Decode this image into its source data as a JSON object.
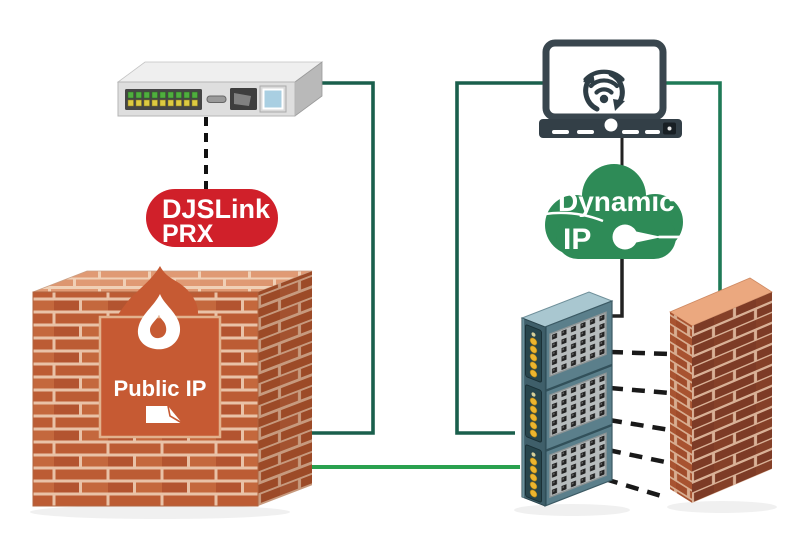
{
  "diagram": {
    "type": "network-topology-illustration",
    "background": "#ffffff",
    "nodes": {
      "switch": {
        "name": "ethernet switch",
        "led_pairs": 9,
        "body_color": "#dedede",
        "led_green": "#4fae3e",
        "led_yellow": "#ddca41",
        "uplink_port_color": "#a9cfe2"
      },
      "djslink_badge": {
        "line1": "DJSLink",
        "line2": "PRX",
        "color": "#d0202a",
        "text_color": "#ffffff"
      },
      "public_ip_wall": {
        "label": "Public IP",
        "panel_color": "#c65a33",
        "brick_color": "#bc5c34",
        "mortar_color": "#e9c2a7",
        "icons": [
          "flame-icon",
          "document-icon"
        ]
      },
      "wifi_display": {
        "name": "monitor with wifi sync icon",
        "frame_color": "#39464e",
        "screen_color": "#ffffff"
      },
      "dynamic_ip_cloud": {
        "line1": "Dynamic",
        "line2": "IP",
        "color": "#2e8b57",
        "text_color": "#ffffff",
        "icon": "pointer-dial-icon"
      },
      "server_rack": {
        "units": 3,
        "body_color": "#5b7f8b",
        "side_color": "#3f5f6a",
        "top_color": "#a9c7d0",
        "led_color": "#ecb52e",
        "port_panel_color": "#b7bcbd"
      },
      "private_wall": {
        "brick_color": "#7d3b26",
        "mortar_color": "#d9b197"
      }
    },
    "links": {
      "switch_to_public_wall": {
        "style": "solid",
        "color": "#1a5f4c"
      },
      "display_to_rack": {
        "style": "solid",
        "color": "#1a5f4c"
      },
      "public_wall_to_rack": {
        "style": "solid",
        "color": "#2aa14f"
      },
      "display_to_private_wall": {
        "style": "solid",
        "color": "#1f7a57"
      },
      "switch_to_djslink": {
        "style": "dashed",
        "color": "#111111"
      },
      "display_to_cloud": {
        "style": "solid",
        "color": "#222222"
      },
      "cloud_to_rack": {
        "style": "solid",
        "color": "#222222"
      },
      "rack_to_private_wall": {
        "style": "dashed",
        "color": "#191919",
        "count": 5
      }
    }
  }
}
